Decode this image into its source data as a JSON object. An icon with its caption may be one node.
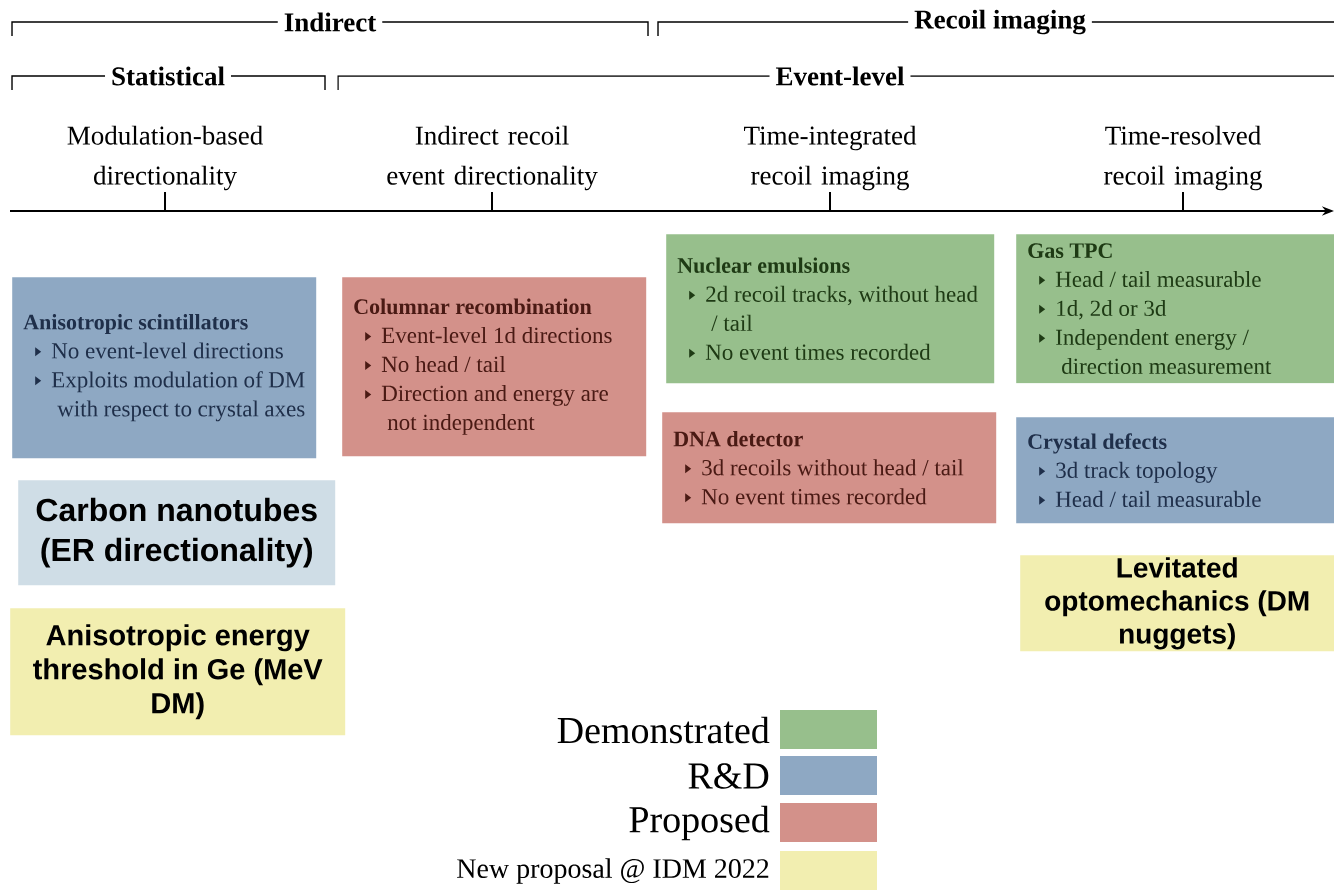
{
  "diagram": {
    "nodes": [
      {
        "text": [
          "Anisotropic scintillators",
          "No event-level directions",
          "Exploits modulation of DM with respect to crystal axes"
        ]
      },
      {
        "text": [
          "Columnar recombination",
          "Event-level 1d directions",
          "No head / tail",
          "Direction and energy are not independent"
        ]
      },
      {
        "text": [
          "Nuclear emulsions",
          "2d recoil tracks, without head / tail",
          "No event times recorded"
        ]
      },
      {
        "text": [
          "Gas TPC",
          "Head / tail measurable",
          "1d, 2d or 3d",
          "Independent energy / direction measurement"
        ]
      },
      {
        "text": [
          "DNA detector",
          "3d recoils without head / tail",
          "No event times recorded"
        ]
      },
      {
        "text": [
          "Crystal defects",
          "3d track topology",
          "Head / tail measurable"
        ]
      },
      {
        "text": [
          "Carbon nanotubes (ER directionality)"
        ]
      },
      {
        "text": [
          "Anisotropic energy threshold in Ge (MeV DM)"
        ]
      },
      {
        "text": [
          "Levitated optomechanics (DM nuggets)"
        ]
      }
    ],
    "labels": [
      "Indirect",
      "Recoil imaging",
      "Statistical",
      "Event-level",
      "Modulation-based directionality",
      "Indirect recoil event directionality",
      "Time-integrated recoil imaging",
      "Time-resolved recoil imaging"
    ],
    "legend": [
      {
        "text": "Demonstrated",
        "color": "#97bf8c"
      },
      {
        "text": "R&D",
        "color": "#8ea8c3"
      },
      {
        "text": "Proposed",
        "color": "#d3918a"
      },
      {
        "text": "New proposal @ IDM 2022",
        "color": "#f2eeb0"
      }
    ]
  }
}
